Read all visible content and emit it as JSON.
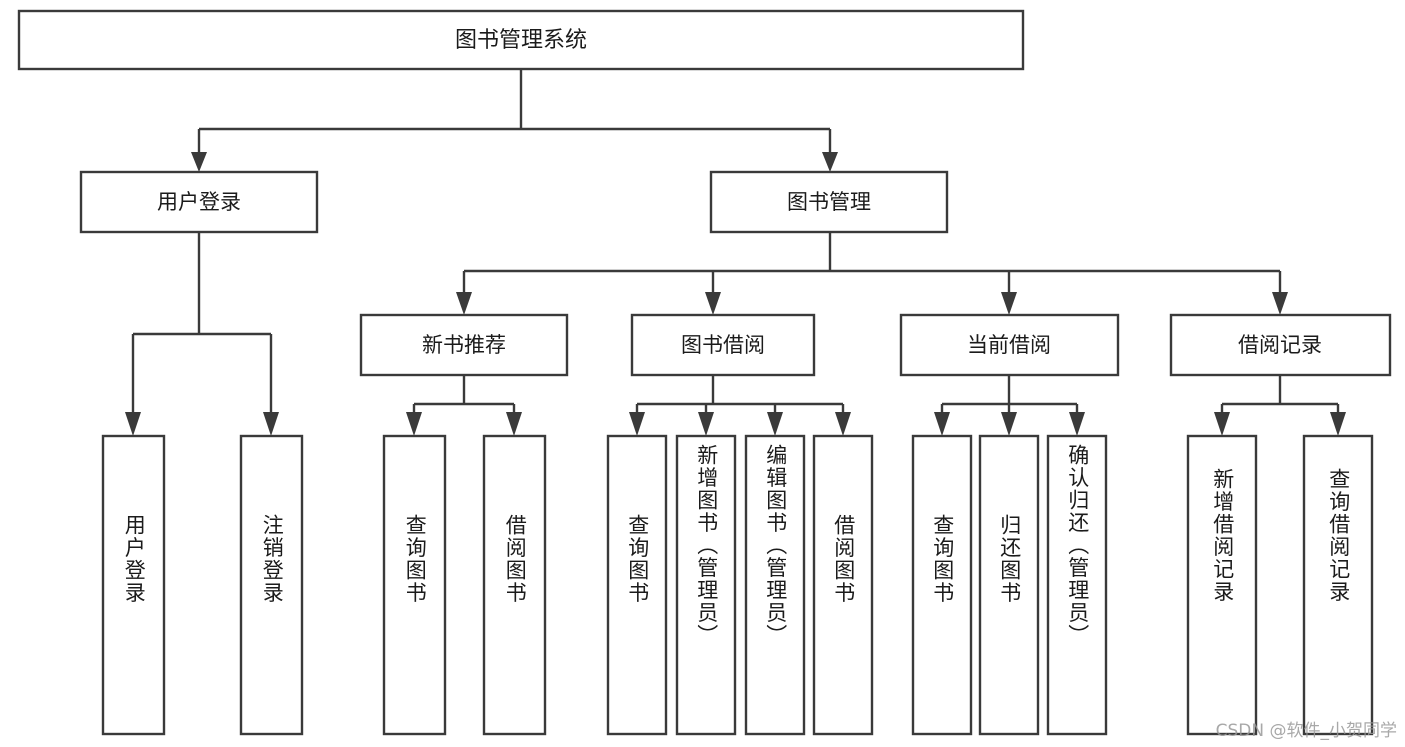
{
  "diagram": {
    "type": "tree-hierarchy",
    "title": "图书管理系统",
    "orientation": "top-down",
    "colors": {
      "box_stroke": "#3a3a3a",
      "box_fill": "#ffffff",
      "connector": "#3a3a3a",
      "text": "#1b1b1b",
      "background": "#ffffff",
      "watermark": "#9a9a9a"
    },
    "root": {
      "label": "图书管理系统"
    },
    "level2": [
      {
        "label": "用户登录"
      },
      {
        "label": "图书管理"
      }
    ],
    "level3": [
      {
        "label": "新书推荐"
      },
      {
        "label": "图书借阅"
      },
      {
        "label": "当前借阅"
      },
      {
        "label": "借阅记录"
      }
    ],
    "leaves": {
      "user_login": [
        {
          "label": "用户登录"
        },
        {
          "label": "注销登录"
        }
      ],
      "new_book_recommend": [
        {
          "label": "查询图书"
        },
        {
          "label": "借阅图书"
        }
      ],
      "book_borrow": [
        {
          "label": "查询图书"
        },
        {
          "label": "新增图书（管理员）"
        },
        {
          "label": "编辑图书（管理员）"
        },
        {
          "label": "借阅图书"
        }
      ],
      "current_borrow": [
        {
          "label": "查询图书"
        },
        {
          "label": "归还图书"
        },
        {
          "label": "确认归还（管理员）"
        }
      ],
      "borrow_record": [
        {
          "label": "新增借阅记录"
        },
        {
          "label": "查询借阅记录"
        }
      ]
    }
  },
  "watermark": {
    "text": "CSDN @软件_小贺同学"
  }
}
